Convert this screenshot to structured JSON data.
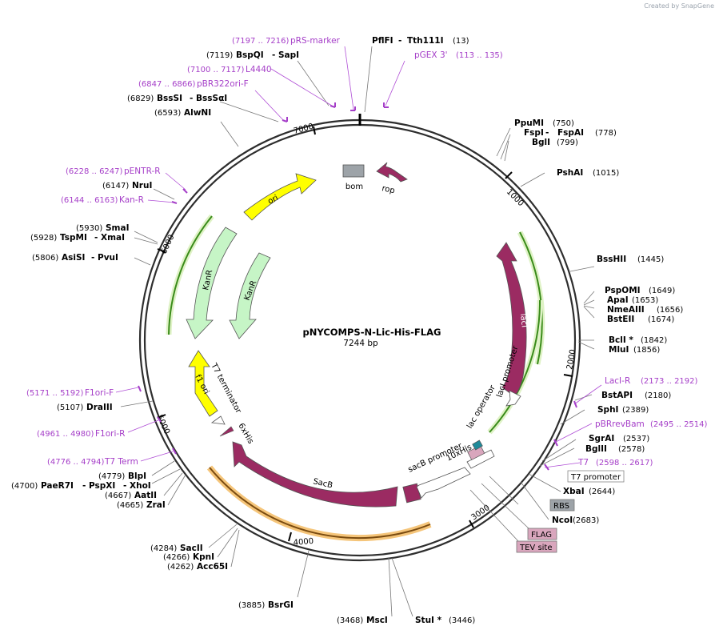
{
  "title": "pNYCOMPS-N-Lic-His-FLAG",
  "length": "7244 bp",
  "watermark_prefix": "Created by",
  "watermark_brand": "SnapGene",
  "ticks": [
    "1000",
    "2000",
    "3000",
    "4000",
    "5000",
    "6000",
    "7000"
  ],
  "features": {
    "bom": "bom",
    "rop": "rop",
    "ori": "ori",
    "kanr1": "KanR",
    "kanr2": "KanR",
    "laci": "lacI",
    "laci_promoter": "lacI promoter",
    "lac_operator": "lac operator",
    "sacb": "SacB",
    "sacb_promoter": "sacB promoter",
    "his10": "10xHis",
    "his6": "6xHis",
    "f1ori": "f1 ori",
    "t7_terminator": "T7 terminator"
  },
  "boxed_labels": {
    "t7_promoter": "T7 promoter",
    "rbs": "RBS",
    "flag": "FLAG",
    "tev": "TEV site"
  },
  "sites": [
    {
      "id": "pflfi",
      "enzyme": "PflFI",
      "enzyme2": "Tth111I",
      "pos": "(13)"
    },
    {
      "id": "bspqi",
      "pos": "(7119)",
      "enzyme": "BspQI",
      "enzyme2": "SapI"
    },
    {
      "id": "bsssi",
      "pos": "(6829)",
      "enzyme": "BssSI",
      "enzyme2": "BssSαI"
    },
    {
      "id": "alwni",
      "pos": "(6593)",
      "enzyme": "AlwNI"
    },
    {
      "id": "ppumi",
      "enzyme": "PpuMI",
      "pos": "(750)"
    },
    {
      "id": "fspi",
      "enzyme": "FspI",
      "enzyme2": "FspAI",
      "pos": "(778)"
    },
    {
      "id": "bgli",
      "enzyme": "BglI",
      "pos": "(799)"
    },
    {
      "id": "pshai",
      "enzyme": "PshAI",
      "pos": "(1015)"
    },
    {
      "id": "nrui",
      "pos": "(6147)",
      "enzyme": "NruI"
    },
    {
      "id": "smai",
      "pos": "(5930)",
      "enzyme": "SmaI"
    },
    {
      "id": "tspmi",
      "pos": "(5928)",
      "enzyme": "TspMI",
      "enzyme2": "XmaI"
    },
    {
      "id": "asisi",
      "pos": "(5806)",
      "enzyme": "AsiSI",
      "enzyme2": "PvuI"
    },
    {
      "id": "bsshii",
      "enzyme": "BssHII",
      "pos": "(1445)"
    },
    {
      "id": "pspomi",
      "enzyme": "PspOMI",
      "pos": "(1649)"
    },
    {
      "id": "apai",
      "enzyme": "ApaI",
      "pos": "(1653)"
    },
    {
      "id": "nmeaiii",
      "enzyme": "NmeAIII",
      "pos": "(1656)"
    },
    {
      "id": "bsteii",
      "enzyme": "BstEII",
      "pos": "(1674)"
    },
    {
      "id": "bcli",
      "enzyme": "BclI *",
      "pos": "(1842)"
    },
    {
      "id": "mlui",
      "enzyme": "MluI",
      "pos": "(1856)"
    },
    {
      "id": "bstapi",
      "enzyme": "BstAPI",
      "pos": "(2180)"
    },
    {
      "id": "sphi",
      "enzyme": "SphI",
      "pos": "(2389)"
    },
    {
      "id": "sgrai",
      "enzyme": "SgrAI",
      "pos": "(2537)"
    },
    {
      "id": "bglii",
      "enzyme": "BglII",
      "pos": "(2578)"
    },
    {
      "id": "xbai",
      "enzyme": "XbaI",
      "pos": "(2644)"
    },
    {
      "id": "ncoi",
      "enzyme": "NcoI",
      "pos": "(2683)"
    },
    {
      "id": "drai",
      "pos": "(5107)",
      "enzyme": "DraIII"
    },
    {
      "id": "blpi",
      "pos": "(4779)",
      "enzyme": "BlpI"
    },
    {
      "id": "pae",
      "pos": "(4700)",
      "enzyme": "PaeR7I",
      "enzyme2": "PspXI",
      "enzyme3": "XhoI"
    },
    {
      "id": "aatii",
      "pos": "(4667)",
      "enzyme": "AatII"
    },
    {
      "id": "zrai",
      "pos": "(4665)",
      "enzyme": "ZraI"
    },
    {
      "id": "sacii",
      "pos": "(4284)",
      "enzyme": "SacII"
    },
    {
      "id": "kpni",
      "pos": "(4266)",
      "enzyme": "KpnI"
    },
    {
      "id": "acc65i",
      "pos": "(4262)",
      "enzyme": "Acc65I"
    },
    {
      "id": "bsrgi",
      "pos": "(3885)",
      "enzyme": "BsrGI"
    },
    {
      "id": "msci",
      "pos": "(3468)",
      "enzyme": "MscI"
    },
    {
      "id": "stui",
      "enzyme": "StuI *",
      "pos": "(3446)"
    }
  ],
  "primers": [
    {
      "id": "prs",
      "range": "(7197 .. 7216)",
      "name": "pRS-marker"
    },
    {
      "id": "pgex",
      "name": "pGEX 3'",
      "range": "(113 .. 135)"
    },
    {
      "id": "l4440",
      "range": "(7100 .. 7117)",
      "name": "L4440"
    },
    {
      "id": "pbr322",
      "range": "(6847 .. 6866)",
      "name": "pBR322ori-F"
    },
    {
      "id": "pentr",
      "range": "(6228 .. 6247)",
      "name": "pENTR-R"
    },
    {
      "id": "kanr",
      "range": "(6144 .. 6163)",
      "name": "Kan-R"
    },
    {
      "id": "lacir",
      "name": "LacI-R",
      "range": "(2173 .. 2192)"
    },
    {
      "id": "pbrrev",
      "name": "pBRrevBam",
      "range": "(2495 .. 2514)"
    },
    {
      "id": "t7",
      "name": "T7",
      "range": "(2598 .. 2617)"
    },
    {
      "id": "f1orif",
      "range": "(5171 .. 5192)",
      "name": "F1ori-F"
    },
    {
      "id": "f1orir",
      "range": "(4961 .. 4980)",
      "name": "F1ori-R"
    },
    {
      "id": "t7term",
      "range": "(4776 .. 4794)",
      "name": "T7 Term"
    }
  ],
  "colors": {
    "backbone": "#2e2e2e",
    "magenta": "#9b2b62",
    "yellow": "#ffff00",
    "kanr": "#c6f5c6",
    "green_line": "#3a8c1a",
    "orange_halo": "#f5c57a",
    "primer": "#a53ec8",
    "gray": "#9da3a8",
    "teal": "#1f8a99",
    "pink": "#d9a6bd"
  }
}
